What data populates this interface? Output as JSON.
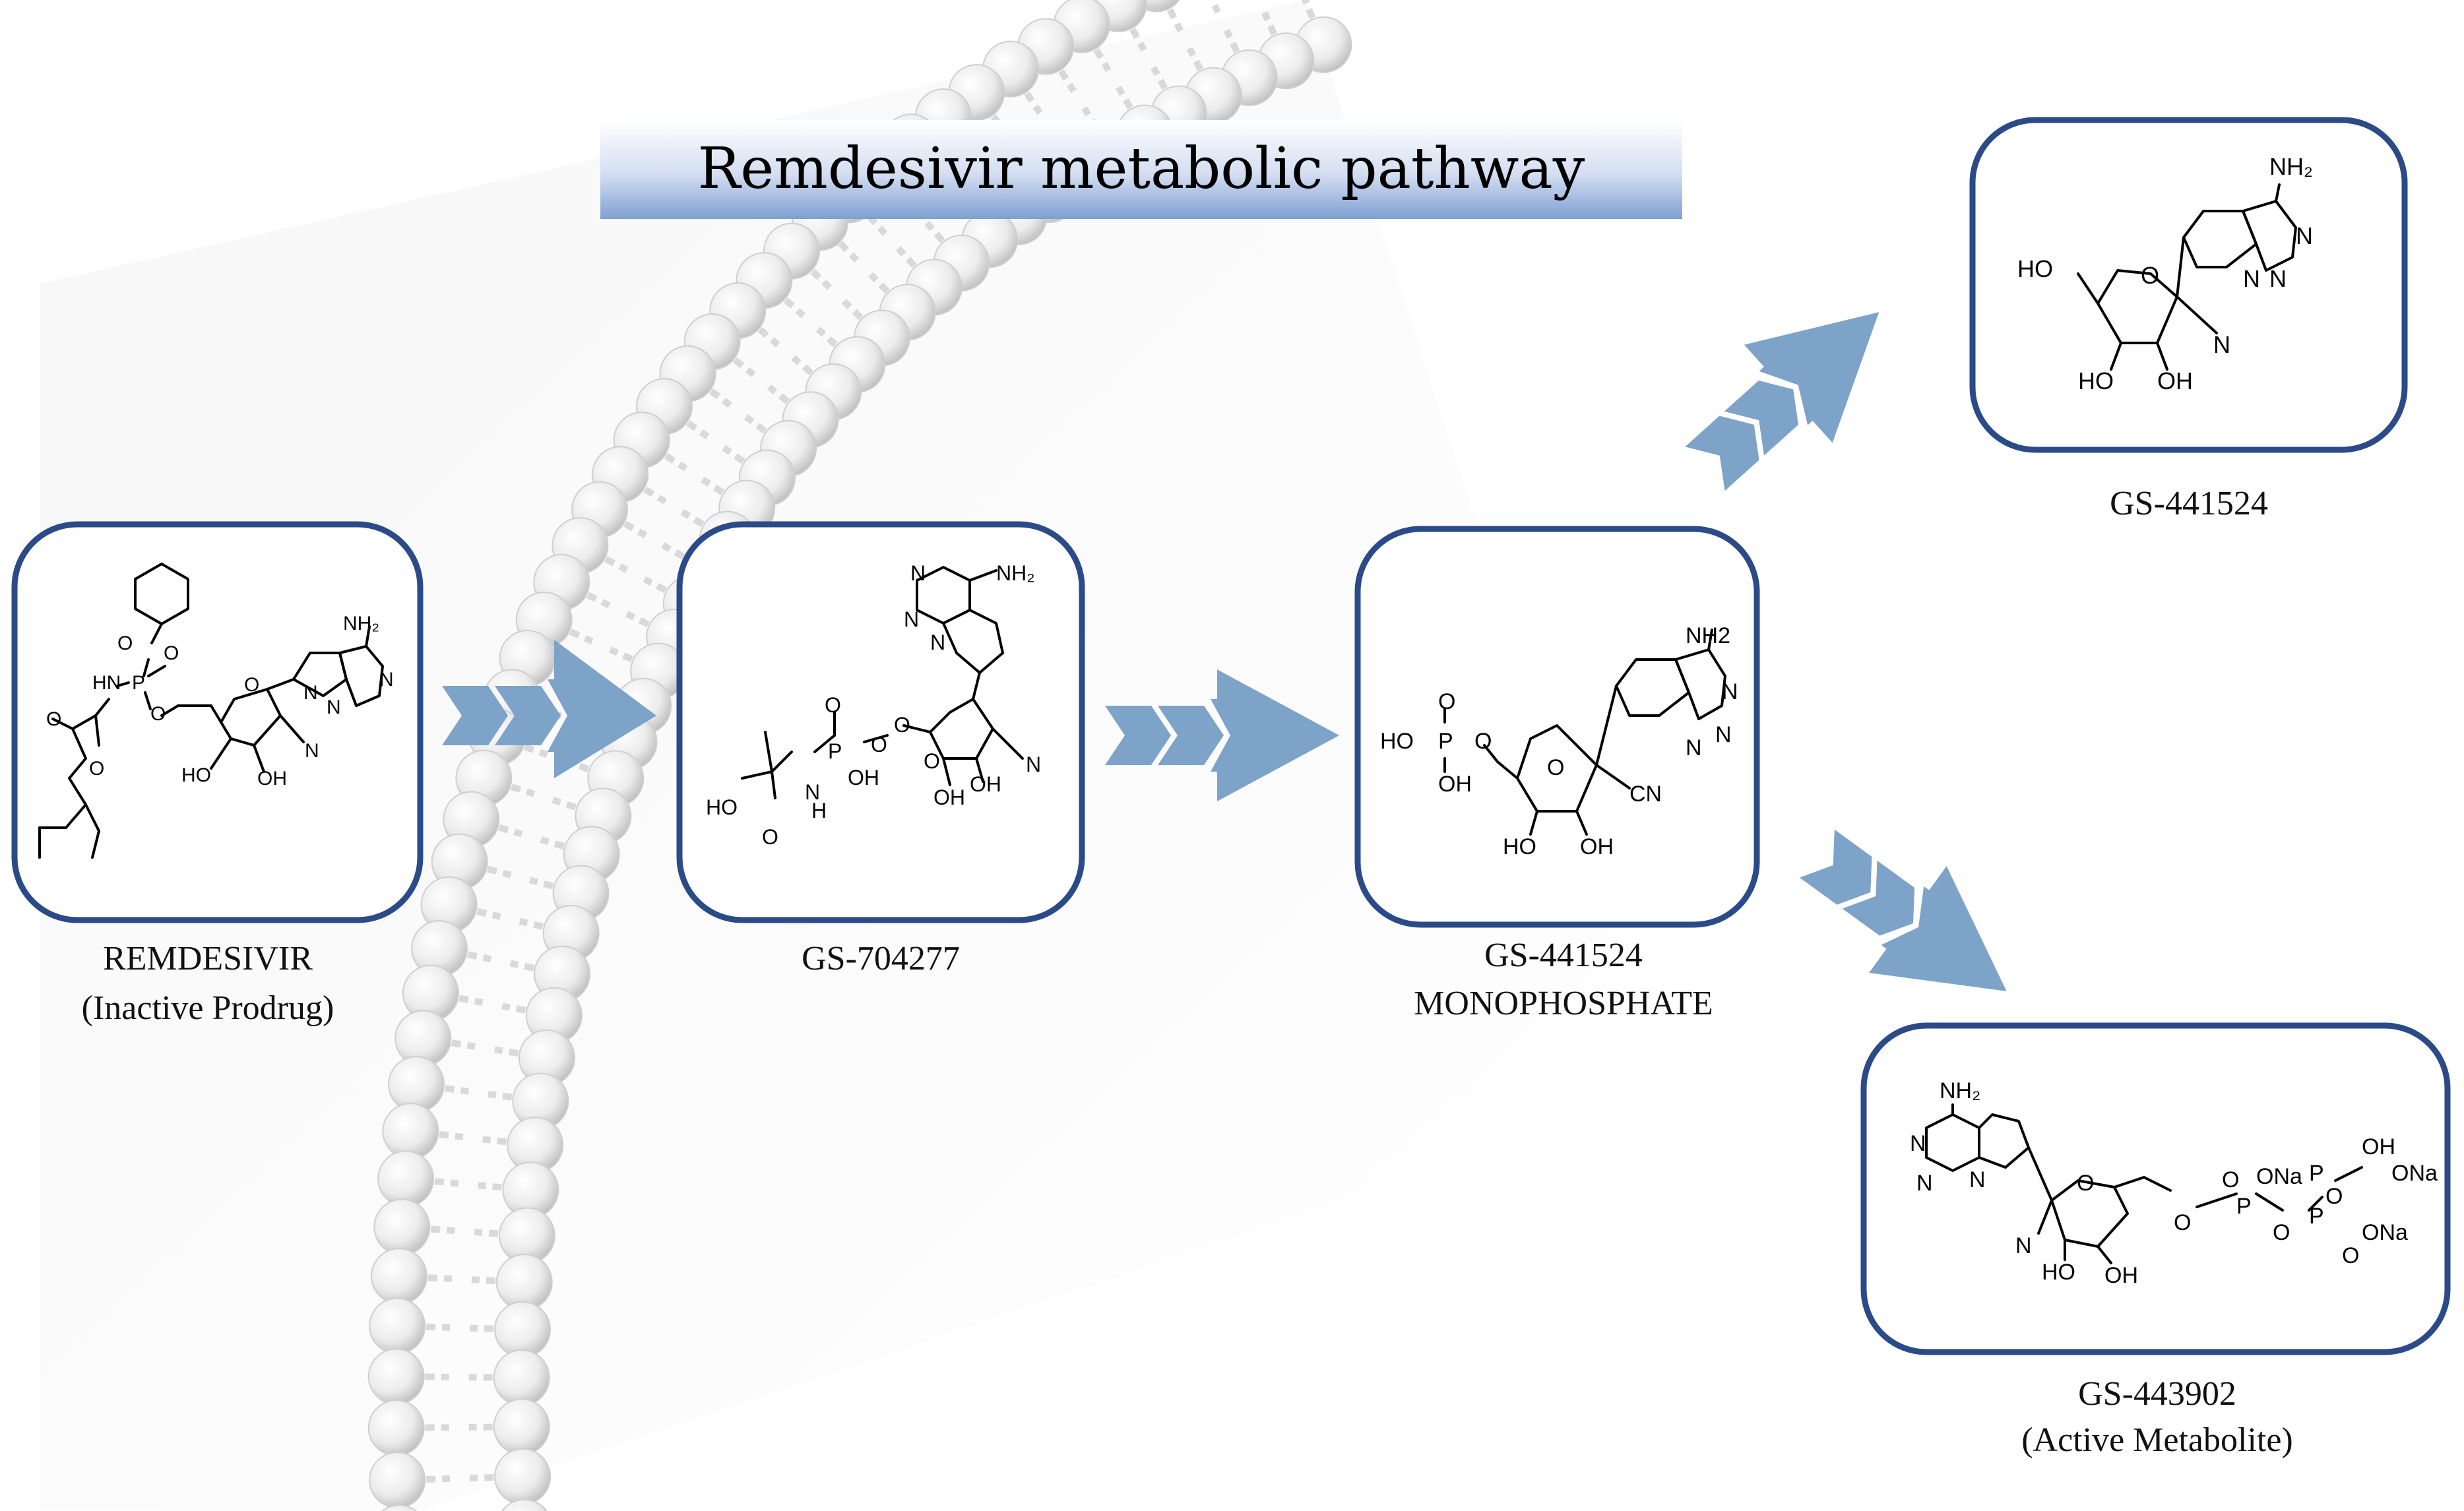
{
  "title": "Remdesivir metabolic pathway",
  "colors": {
    "box_border": "#2b4a88",
    "arrow_fill": "#7ea3c8",
    "title_band_top": "#ffffff",
    "title_band_bottom": "#7f9fd3"
  },
  "compounds": [
    {
      "id": "remdesivir",
      "name": "REMDESIVIR",
      "subtitle": "(Inactive Prodrug)"
    },
    {
      "id": "gs704277",
      "name": "GS-704277",
      "subtitle": ""
    },
    {
      "id": "gs441524mp",
      "name": "GS-441524",
      "subtitle": "MONOPHOSPHATE"
    },
    {
      "id": "gs441524",
      "name": "GS-441524",
      "subtitle": ""
    },
    {
      "id": "gs443902",
      "name": "GS-443902",
      "subtitle": "(Active Metabolite)"
    }
  ],
  "structure_labels": {
    "remdesivir": [
      "O",
      "HN",
      "P",
      "O",
      "O",
      "O",
      "O",
      "O",
      "NH₂",
      "N",
      "N",
      "N",
      "HO",
      "OH",
      "N"
    ],
    "gs704277": [
      "NH₂",
      "N",
      "N",
      "N",
      "HO",
      "O",
      "H",
      "N",
      "P",
      "O",
      "O",
      "OH",
      "O",
      "O",
      "OH",
      "OH",
      "N"
    ],
    "gs441524mp": [
      "NH2",
      "N",
      "N",
      "N",
      "O",
      "HO",
      "P",
      "O",
      "OH",
      "O",
      "CN",
      "HO",
      "OH"
    ],
    "gs441524": [
      "NH₂",
      "N",
      "N",
      "N",
      "HO",
      "O",
      "N",
      "HO",
      "OH"
    ],
    "gs443902": [
      "NH₂",
      "N",
      "N",
      "N",
      "O",
      "N",
      "HO",
      "OH",
      "O",
      "O",
      "P",
      "ONa",
      "O",
      "P",
      "OH",
      "ONa",
      "O",
      "P",
      "ONa",
      "O"
    ]
  }
}
